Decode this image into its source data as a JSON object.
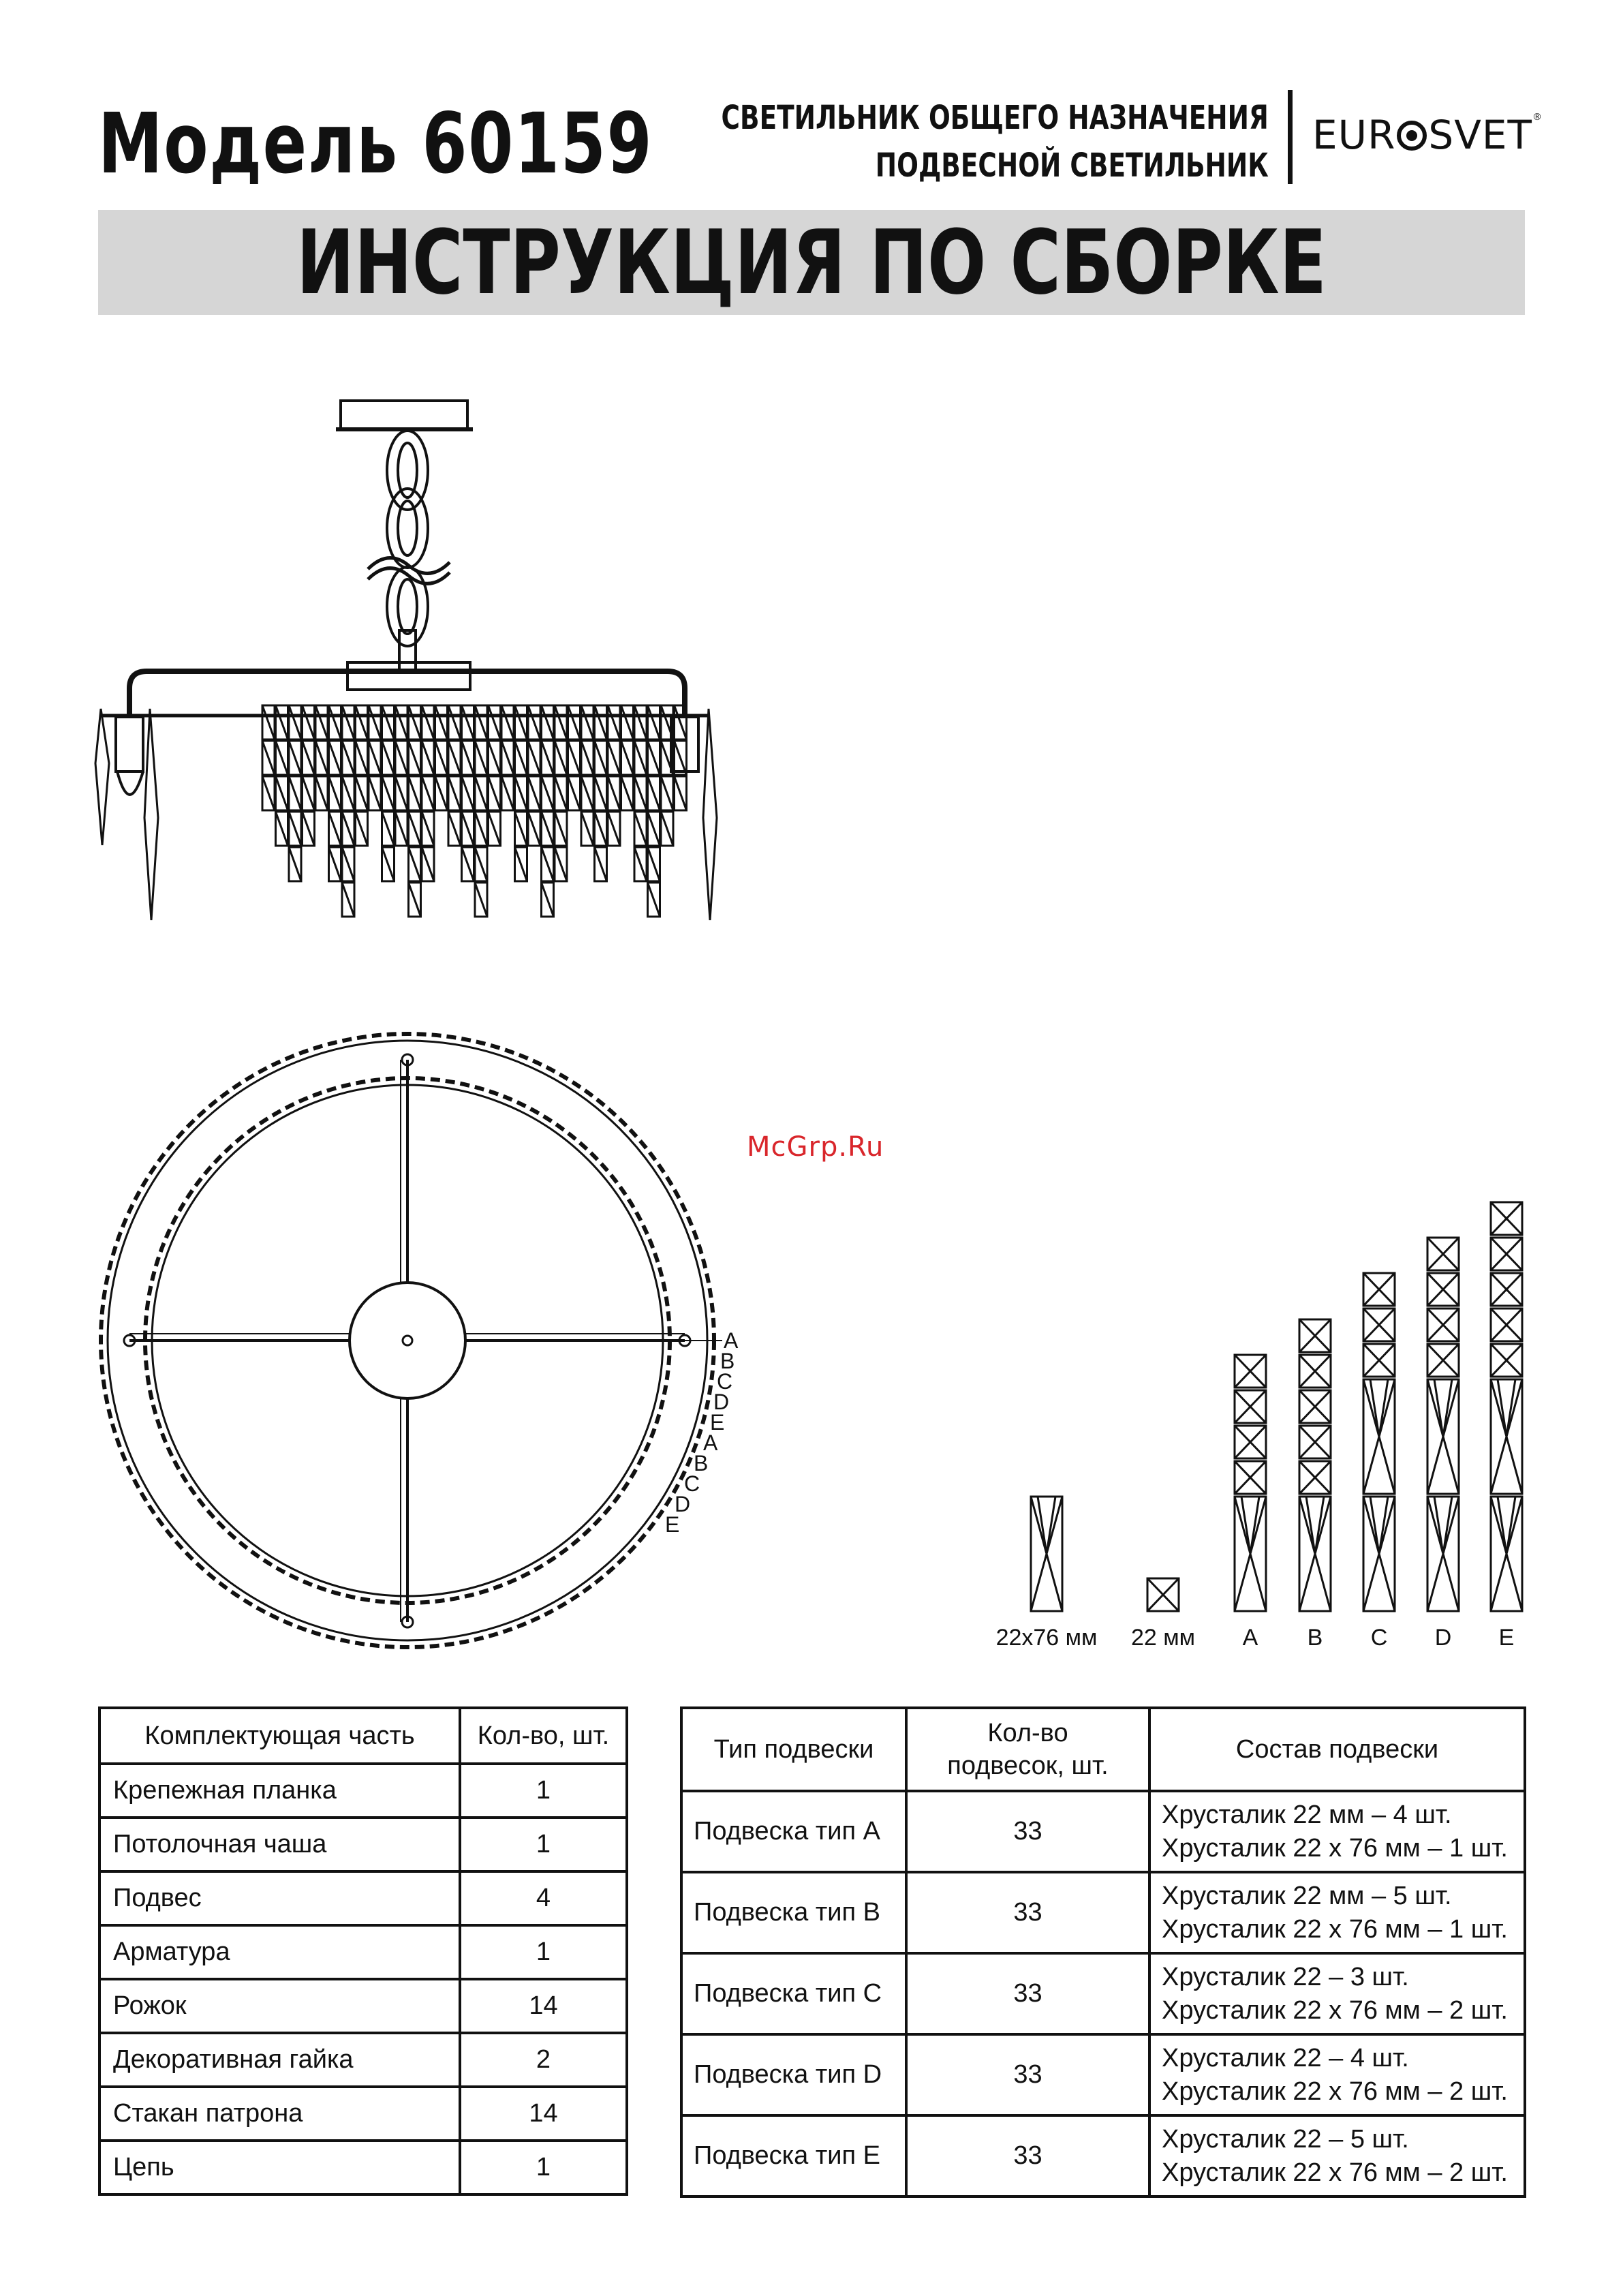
{
  "header": {
    "model_title": "Модель 60159",
    "category_line1": "СВЕТИЛЬНИК ОБЩЕГО НАЗНАЧЕНИЯ",
    "category_line2": "ПОДВЕСНОЙ СВЕТИЛЬНИК",
    "brand_prefix": "EUR",
    "brand_suffix": "SVET",
    "brand_mark": "®"
  },
  "banner": {
    "title": "ИНСТРУКЦИЯ ПО СБОРКЕ"
  },
  "watermark": "McGrp.Ru",
  "top_view": {
    "ring_labels_outer": [
      "A",
      "B",
      "C",
      "D",
      "E"
    ],
    "ring_labels_inner": [
      "A",
      "B",
      "C",
      "D",
      "E"
    ]
  },
  "crystal_types": {
    "labels": [
      "22x76 мм",
      "22 мм",
      "A",
      "B",
      "C",
      "D",
      "E"
    ]
  },
  "parts_table": {
    "headers": [
      "Комплектующая часть",
      "Кол-во, шт."
    ],
    "rows": [
      {
        "name": "Крепежная планка",
        "qty": "1"
      },
      {
        "name": "Потолочная чаша",
        "qty": "1"
      },
      {
        "name": "Подвес",
        "qty": "4"
      },
      {
        "name": "Арматура",
        "qty": "1"
      },
      {
        "name": "Рожок",
        "qty": "14"
      },
      {
        "name": "Декоративная гайка",
        "qty": "2"
      },
      {
        "name": "Стакан патрона",
        "qty": "14"
      },
      {
        "name": "Цепь",
        "qty": "1"
      }
    ]
  },
  "hanger_table": {
    "headers": [
      "Тип подвески",
      "Кол-во\nподвесок, шт.",
      "Состав подвески"
    ],
    "header_count_line1": "Кол-во",
    "header_count_line2": "подвесок, шт.",
    "rows": [
      {
        "type": "Подвеска тип A",
        "count": "33",
        "line1": "Хрусталик 22 мм – 4 шт.",
        "line2": "Хрусталик 22 х 76 мм – 1 шт."
      },
      {
        "type": "Подвеска тип B",
        "count": "33",
        "line1": "Хрусталик 22 мм – 5 шт.",
        "line2": "Хрусталик 22 х 76 мм – 1 шт."
      },
      {
        "type": "Подвеска тип C",
        "count": "33",
        "line1": "Хрусталик 22 – 3 шт.",
        "line2": "Хрусталик 22 х 76 мм – 2 шт."
      },
      {
        "type": "Подвеска тип D",
        "count": "33",
        "line1": "Хрусталик 22 – 4 шт.",
        "line2": "Хрусталик 22 х 76 мм – 2 шт."
      },
      {
        "type": "Подвеска тип E",
        "count": "33",
        "line1": "Хрусталик 22 – 5 шт.",
        "line2": "Хрусталик 22 х 76 мм – 2 шт."
      }
    ]
  }
}
